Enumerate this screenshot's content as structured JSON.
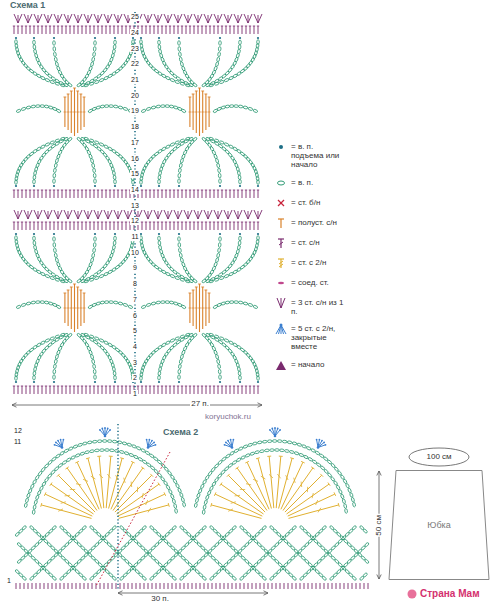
{
  "diagram": {
    "nodes": [
      {
        "text": [
          "Юбка"
        ]
      }
    ],
    "labels": [
      "Схема 1",
      "25",
      "24",
      "23",
      "22",
      "21",
      "20",
      "19",
      "18",
      "17",
      "16",
      "15",
      "14",
      "13",
      "12",
      "11",
      "10",
      "9",
      "8",
      "7",
      "6",
      "5",
      "4",
      "3",
      "2",
      "1",
      "27 п.",
      "Схема 2",
      "12",
      "11",
      "1",
      "30 п.",
      "100 см",
      "50 см",
      "koryuchok.ru",
      "Страна Мам"
    ],
    "legend": [
      {
        "text": "= в. п. подъема или начало"
      },
      {
        "text": "= в. п."
      },
      {
        "text": "= ст. б/н"
      },
      {
        "text": "= полуст. с/н"
      },
      {
        "text": "= ст. с/н"
      },
      {
        "text": "= ст. с 2/н"
      },
      {
        "text": "= соед. ст."
      },
      {
        "text": "= 3 ст. с/н из 1 п."
      },
      {
        "text": "= 5 ст. с 2/н, закрытые вместе"
      },
      {
        "text": "= начало"
      }
    ]
  }
}
